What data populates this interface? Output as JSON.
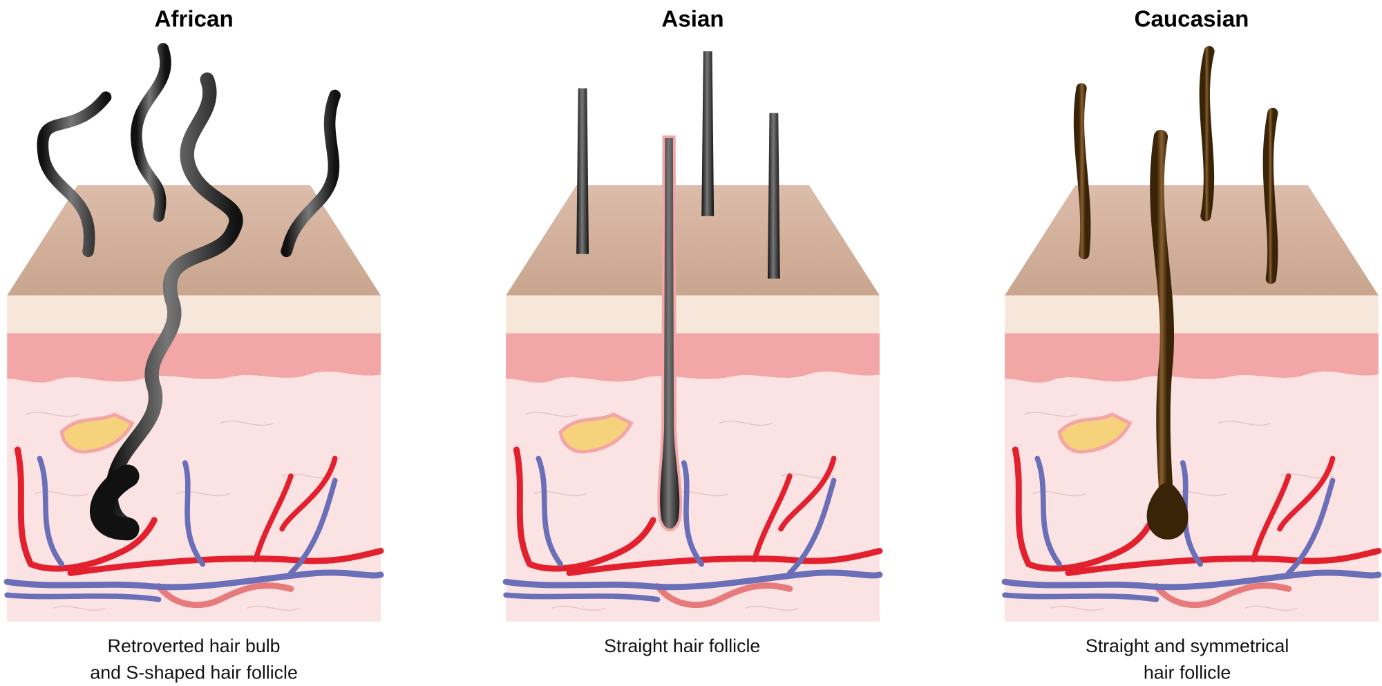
{
  "panels": [
    {
      "title": "African",
      "caption_line1": "Retroverted hair bulb",
      "caption_line2": "and S-shaped hair follicle",
      "hair_color": "#1e1e1e"
    },
    {
      "title": "Asian",
      "caption_line1": "Straight hair follicle",
      "caption_line2": "",
      "hair_color": "#1e1e1e"
    },
    {
      "title": "Caucasian",
      "caption_line1": "Straight and symmetrical",
      "caption_line2": "hair follicle",
      "hair_color": "#5a3a14"
    }
  ],
  "colors": {
    "skin_top": "#d8b8a4",
    "epidermis": "#f7e7da",
    "papillary": "#f3a6a6",
    "dermis": "#fbe2e3",
    "artery": "#e3202e",
    "vein": "#6b6fb8"
  }
}
